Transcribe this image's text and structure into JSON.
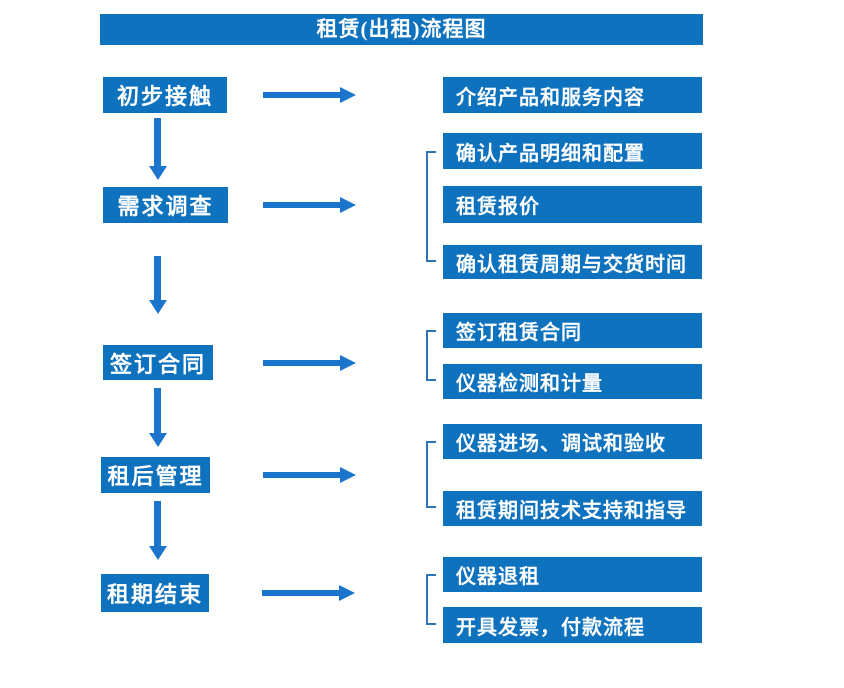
{
  "title": "租赁(出租)流程图",
  "colors": {
    "box": "#0f72be",
    "arrow": "#1b75cc",
    "bracket": "#2e75b6",
    "text": "#ffffff",
    "background": "#ffffff"
  },
  "flow": {
    "rows": [
      {
        "stage": "初步接触",
        "details": [
          "介绍产品和服务内容"
        ]
      },
      {
        "stage": "需求调查",
        "details": [
          "确认产品明细和配置",
          "租赁报价",
          "确认租赁周期与交货时间"
        ]
      },
      {
        "stage": "签订合同",
        "details": [
          "签订租赁合同",
          "仪器检测和计量"
        ]
      },
      {
        "stage": "租后管理",
        "details": [
          "仪器进场、调试和验收",
          "租赁期间技术支持和指导"
        ]
      },
      {
        "stage": "租期结束",
        "details": [
          "仪器退租",
          "开具发票，付款流程"
        ]
      }
    ]
  }
}
